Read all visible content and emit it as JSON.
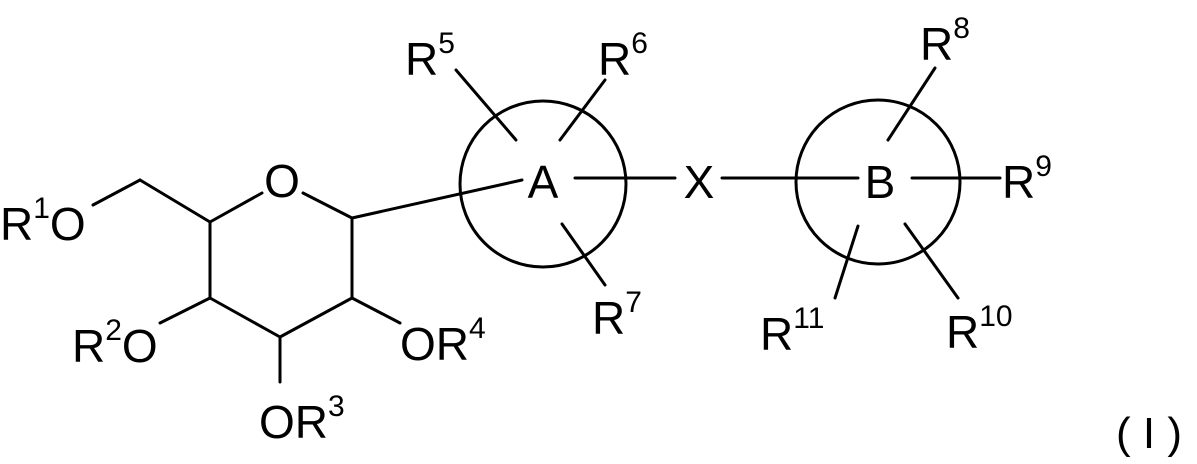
{
  "structure": {
    "atoms": {
      "ring_oxygen": "O",
      "ring_a": "A",
      "ring_b": "B",
      "linker": "X"
    },
    "substituents": {
      "r1": {
        "base": "R",
        "sup": "1",
        "tail": "O"
      },
      "r2": {
        "base": "R",
        "sup": "2",
        "tail": "O"
      },
      "r3": {
        "base": "OR",
        "sup": "3"
      },
      "r4": {
        "base": "OR",
        "sup": "4"
      },
      "r5": {
        "base": "R",
        "sup": "5"
      },
      "r6": {
        "base": "R",
        "sup": "6"
      },
      "r7": {
        "base": "R",
        "sup": "7"
      },
      "r8": {
        "base": "R",
        "sup": "8"
      },
      "r9": {
        "base": "R",
        "sup": "9"
      },
      "r10": {
        "base": "R",
        "sup": "10"
      },
      "r11": {
        "base": "R",
        "sup": "11"
      }
    },
    "formula_number": "( I )"
  }
}
